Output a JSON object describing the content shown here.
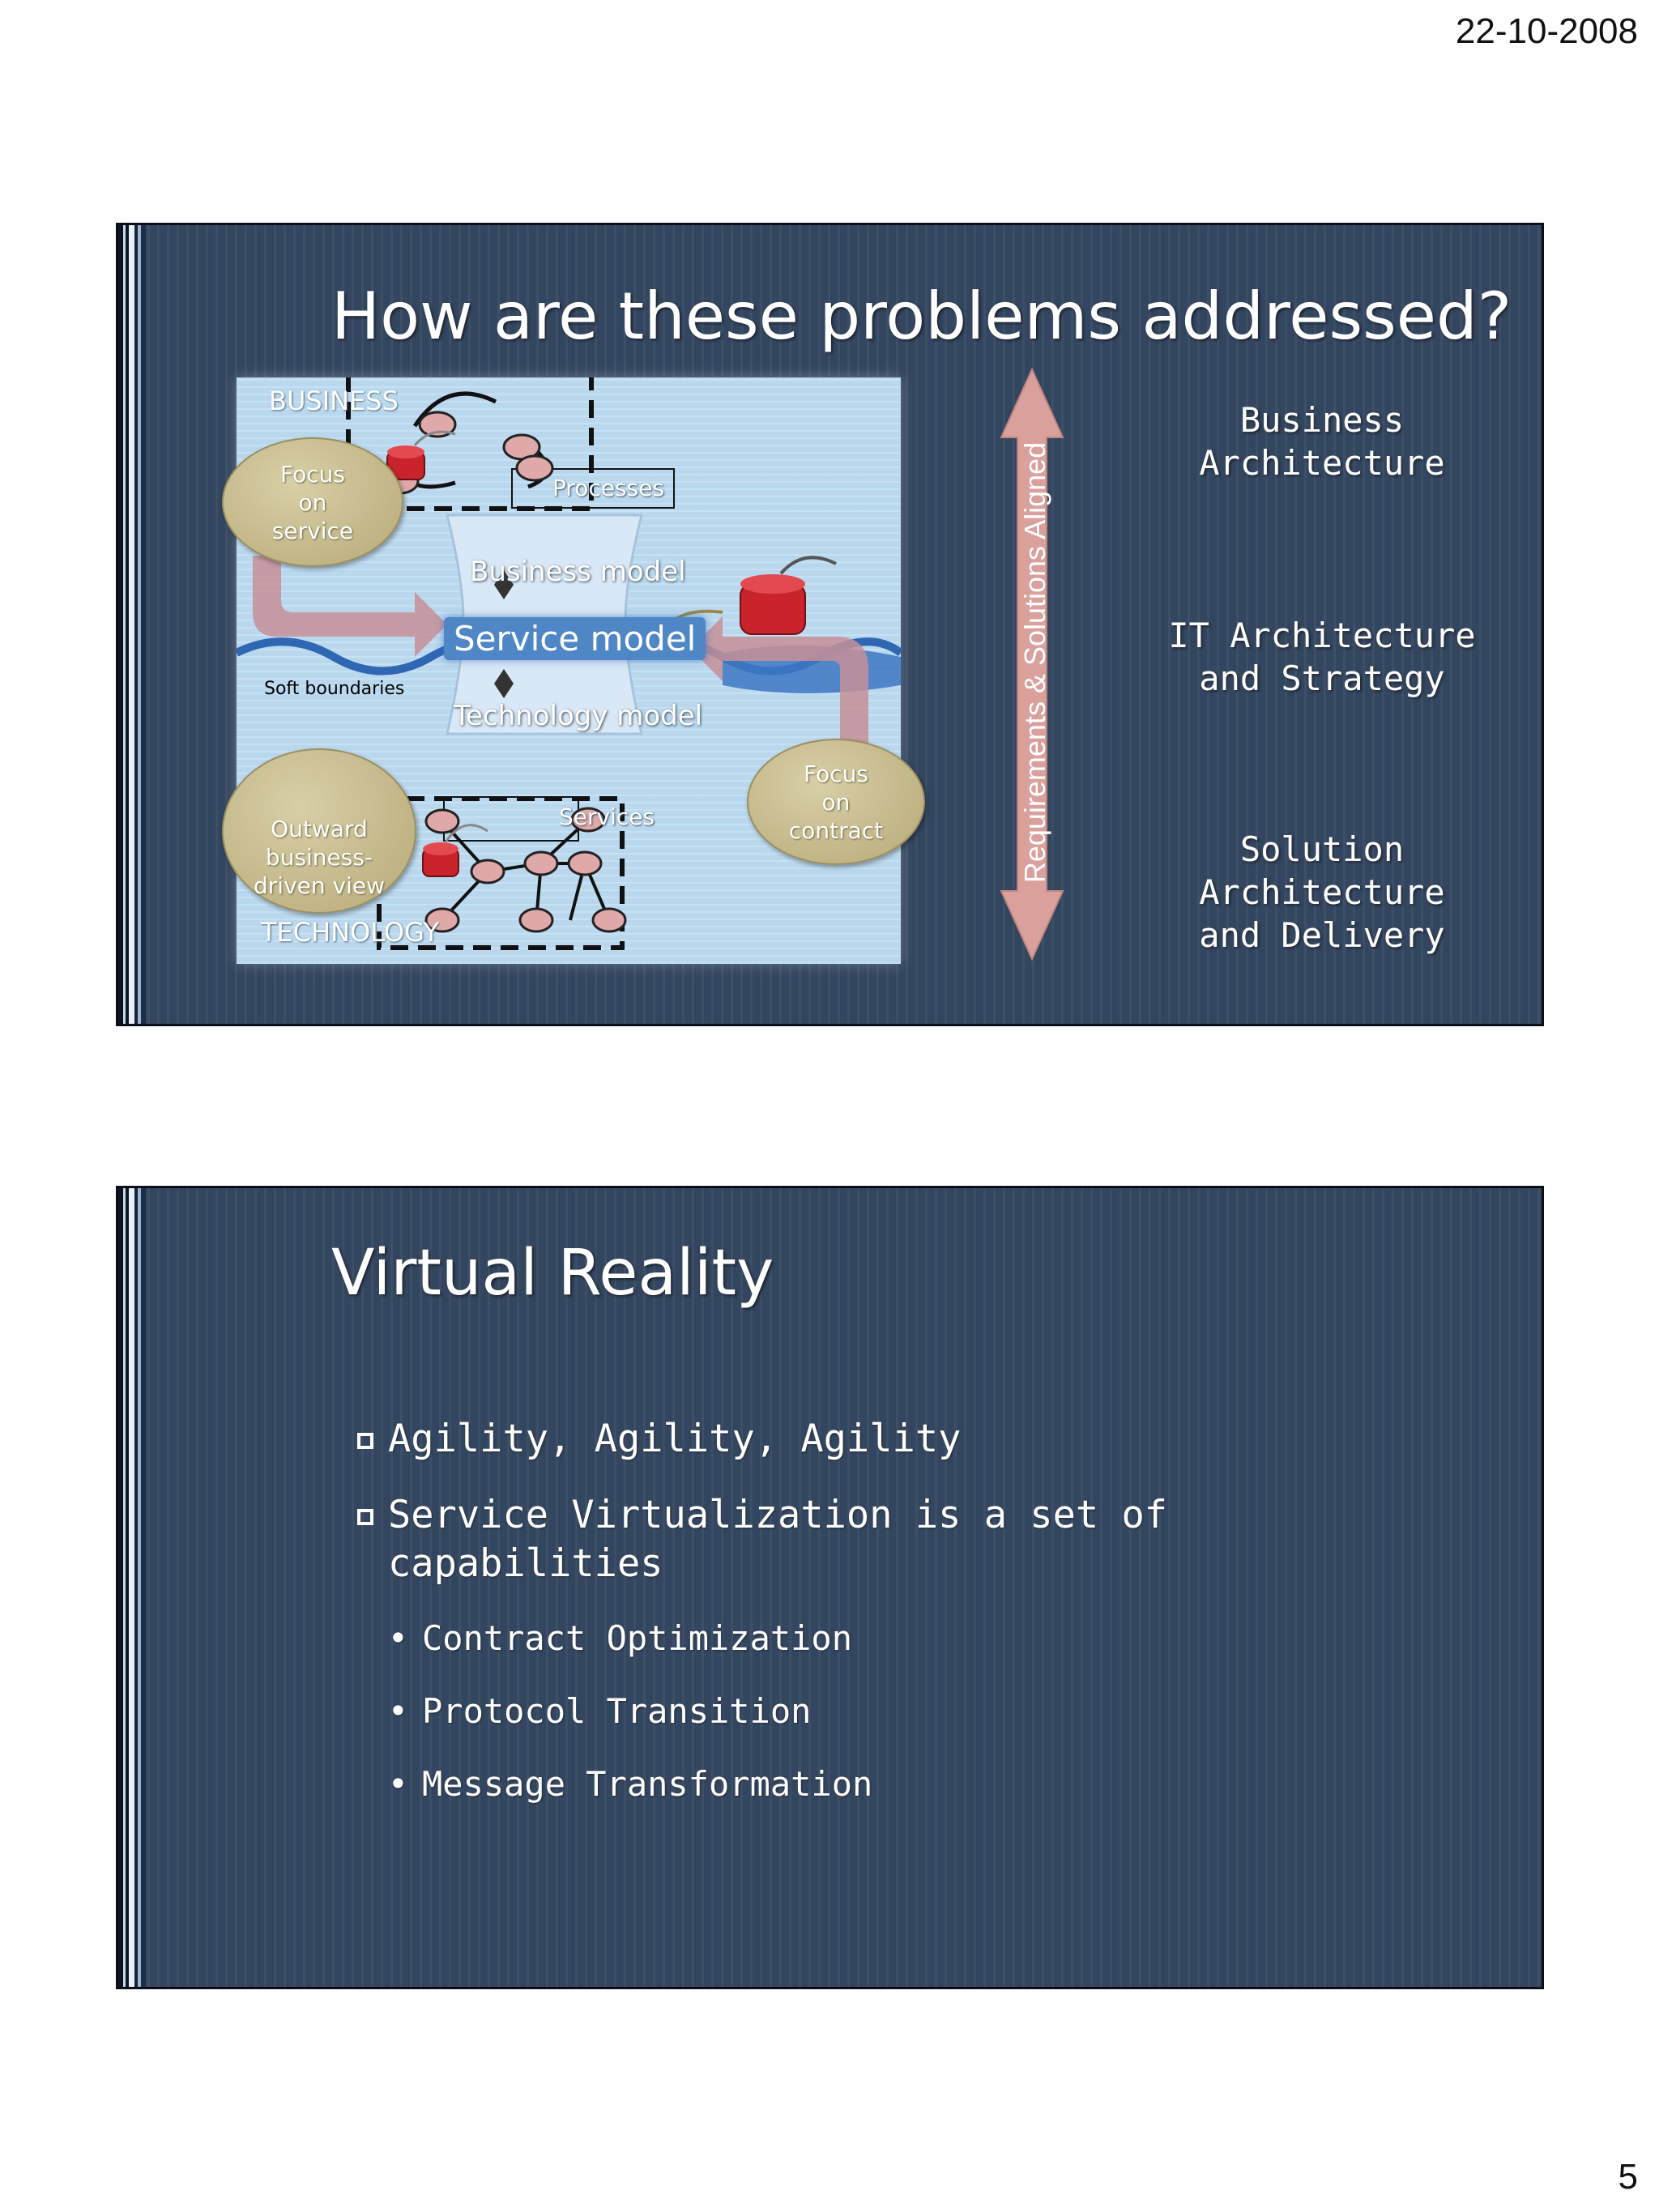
{
  "page": {
    "date": "22-10-2008",
    "page_number": "5"
  },
  "slide1": {
    "title": "How are these problems addressed?",
    "diagram": {
      "business_label": "BUSINESS",
      "technology_label": "TECHNOLOGY",
      "soft_boundaries": "Soft boundaries",
      "business_model": "Business model",
      "service_model": "Service model",
      "technology_model": "Technology model",
      "processes": "Processes",
      "services": "Services",
      "focus_service": "Focus\non\nservice",
      "focus_contract": "Focus\non\ncontract",
      "outward_view": "Outward\nbusiness-\ndriven view"
    },
    "arrow_label": "Requirements & Solutions Aligned",
    "architectures": [
      "Business\nArchitecture",
      "IT Architecture\nand Strategy",
      "Solution\nArchitecture\nand Delivery"
    ]
  },
  "slide2": {
    "title": "Virtual Reality",
    "bullets": [
      "Agility, Agility, Agility",
      "Service Virtualization is a set of capabilities"
    ],
    "sub_bullets": [
      "Contract Optimization",
      "Protocol Transition",
      "Message Transformation"
    ]
  },
  "colors": {
    "slide_background": "#33465f",
    "diagram_background": "#b9d8ee",
    "arrow_fill": "#d9a09c",
    "service_model_highlight": "#4f86c6",
    "oval_fill": "#cfc499"
  }
}
